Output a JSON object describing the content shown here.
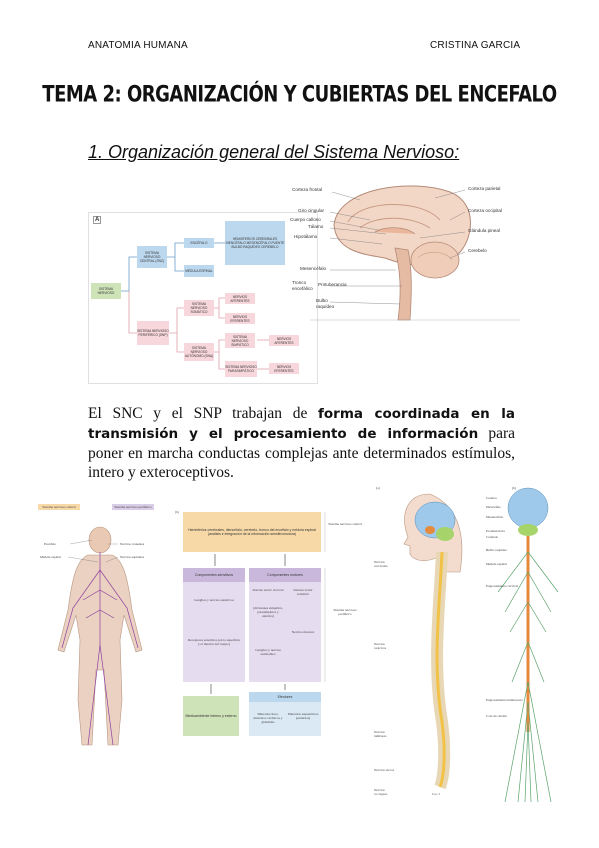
{
  "header": {
    "left": "ANATOMIA HUMANA",
    "right": "CRISTINA GARCIA"
  },
  "title": "TEMA 2: ORGANIZACIÓN Y CUBIERTAS DEL ENCEFALO",
  "section1": {
    "heading": "1. Organización general del Sistema Nervioso:"
  },
  "paragraph": {
    "p1": "El SNC y el SNP trabajan de ",
    "b1": "forma coordinada en la transmisión y el procesamiento de información",
    "p2": " para poner en marcha conductas complejas ante determinados estímulos, intero y exteroceptivos."
  },
  "figA": {
    "letter": "A",
    "sn": "SISTEMA NERVIOSO",
    "snc": "SISTEMA NERVIOSO CENTRAL (SNC)",
    "snp": "SISTEMA NERVIOSO PERIFÉRICO (SNP)",
    "encefalo": "ENCÉFALO",
    "medula": "MÉDULA ESPINAL",
    "enc_list": "HEMISFERIOS CEREBRALES DIENCÉFALO MESENCÉFALO PUENTE BULBO RAQUÍDEO CEREBELO",
    "somatico": "SISTEMA NERVIOSO SOMÁTICO",
    "autonomo": "SISTEMA NERVIOSO AUTÓNOMO (SNA)",
    "aferentes": "NERVIOS AFERENTES",
    "eferentes": "NERVIOS EFERENTES",
    "simpatico": "SISTEMA NERVIOSO SIMPÁTICO",
    "parasimpatico": "SISTEMA NERVIOSO PARASIMPÁTICO",
    "aferentes2": "NERVIOS AFERENTES",
    "eferentes2": "NERVIOS EFERENTES"
  },
  "brain": {
    "left": [
      "Corteza frontal",
      "Giro cingular",
      "Cuerpo calloso",
      "Tálamo",
      "Hipotálamo",
      "Mesencéfalo",
      "Tronco encefálico",
      "Protuberancia",
      "Bulbo raquídeo"
    ],
    "right": [
      "Corteza parietal",
      "Corteza occipital",
      "Glándula pineal",
      "Cerebelo"
    ]
  },
  "figBody": {
    "snc": "Sistema nervioso central",
    "snp": "Sistema nervioso periférico",
    "enc": "Encéfalo",
    "med": "Médula espinal",
    "nc": "Nervios craneales",
    "ne": "Nervios espinales"
  },
  "figFlow": {
    "b": "(b)",
    "top": "Hemisferios cerebrales, diencéfalo, cerebelo, tronco del encéfalo y médula espinal (análisis e integración de la información sensitivomotora)",
    "top_side": "Sistema nervioso central",
    "sens": "Componentes sensitivos",
    "mot": "Componentes motores",
    "gang": "Ganglios y nervios sensitivos",
    "rec": "Receptores sensitivos (en la superficie y el interior del cuerpo)",
    "vis": "Sistema motor visceral",
    "div": "(divisiones simpática, parasimpática y entérica)",
    "gang2": "Ganglios y nervios autónomos",
    "som": "Sistema motor somático",
    "nmot": "Nervios motores",
    "snp_side": "Sistema nervioso periférico",
    "medio": "Medioambiente interno y externo",
    "efect": "Efectores",
    "musc1": "Músculos lisos, músculos cardíacos y glándulas",
    "musc2": "Músculos esqueléticos (estriados)"
  },
  "figSpine": {
    "a": "(a)",
    "b": "(b)",
    "labels": [
      "Cerebro",
      "Diencéfalo",
      "Mesencéfalo",
      "Protuberancia",
      "Cerebelo",
      "Bulbo raquídeo",
      "Médula espinal",
      "Engrosamiento cervical",
      "Engrosamiento lumbosacro",
      "Cola de caballo"
    ],
    "left": [
      "Nervios cervicales",
      "Nervios torácicos",
      "Nervios lumbares",
      "Nervios sacros",
      "Nervios coccígeos"
    ],
    "coc": "Coc 1"
  },
  "colors": {
    "blue": "#bcd8ef",
    "pink": "#f7d6dc",
    "green": "#cfe3b8",
    "orange": "#f7d9a8",
    "purple": "#d9cde7"
  }
}
